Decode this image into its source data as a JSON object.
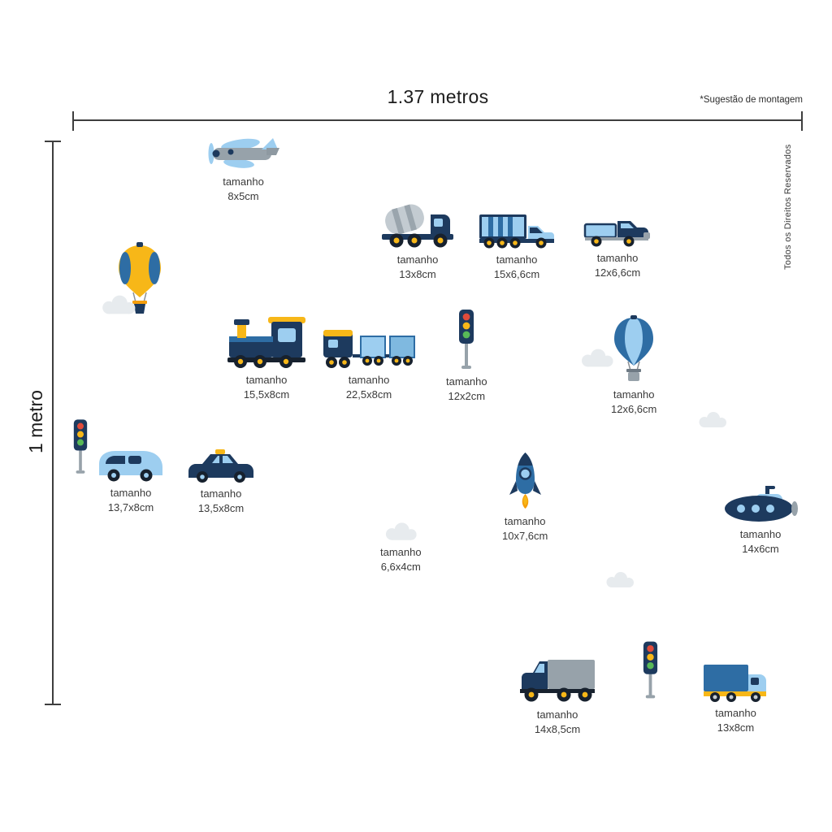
{
  "measure": {
    "width_label": "1.37 metros",
    "height_label": "1 metro"
  },
  "notes": {
    "mount_suggestion": "*Sugestão de montagem",
    "rights": "Todos os Direitos Reservados"
  },
  "size_word": "tamanho",
  "palette": {
    "navy": "#1d3a5e",
    "blue": "#2e6da4",
    "light_blue": "#9dcef0",
    "sky_blue": "#7fb9e0",
    "yellow": "#f7b718",
    "orange": "#f59e0b",
    "gray": "#97a2aa",
    "cloud_gray": "#e7ebee",
    "red": "#e04b3b",
    "green": "#58b957"
  },
  "stickers": [
    {
      "name": "airplane",
      "size": "8x5cm"
    },
    {
      "name": "cement-mixer-truck",
      "size": "13x8cm"
    },
    {
      "name": "dump-truck",
      "size": "15x6,6cm"
    },
    {
      "name": "pickup-truck",
      "size": "12x6,6cm"
    },
    {
      "name": "hot-air-balloon-yellow",
      "size": null
    },
    {
      "name": "train-locomotive",
      "size": "15,5x8cm"
    },
    {
      "name": "train-wagons",
      "size": "22,5x8cm"
    },
    {
      "name": "traffic-light",
      "size": "12x2cm"
    },
    {
      "name": "hot-air-balloon-blue",
      "size": "12x6,6cm"
    },
    {
      "name": "traffic-light-small",
      "size": null
    },
    {
      "name": "delivery-van",
      "size": "13,7x8cm"
    },
    {
      "name": "police-car",
      "size": "13,5x8cm"
    },
    {
      "name": "rocket",
      "size": "10x7,6cm"
    },
    {
      "name": "cloud",
      "size": "6,6x4cm"
    },
    {
      "name": "submarine",
      "size": "14x6cm"
    },
    {
      "name": "cargo-truck",
      "size": "14x8,5cm"
    },
    {
      "name": "box-truck",
      "size": "13x8cm"
    },
    {
      "name": "traffic-light-bottom",
      "size": null
    },
    {
      "name": "cloud-left",
      "size": null
    },
    {
      "name": "cloud-mid",
      "size": null
    },
    {
      "name": "cloud-small-right",
      "size": null
    },
    {
      "name": "cloud-bottom",
      "size": null
    }
  ]
}
